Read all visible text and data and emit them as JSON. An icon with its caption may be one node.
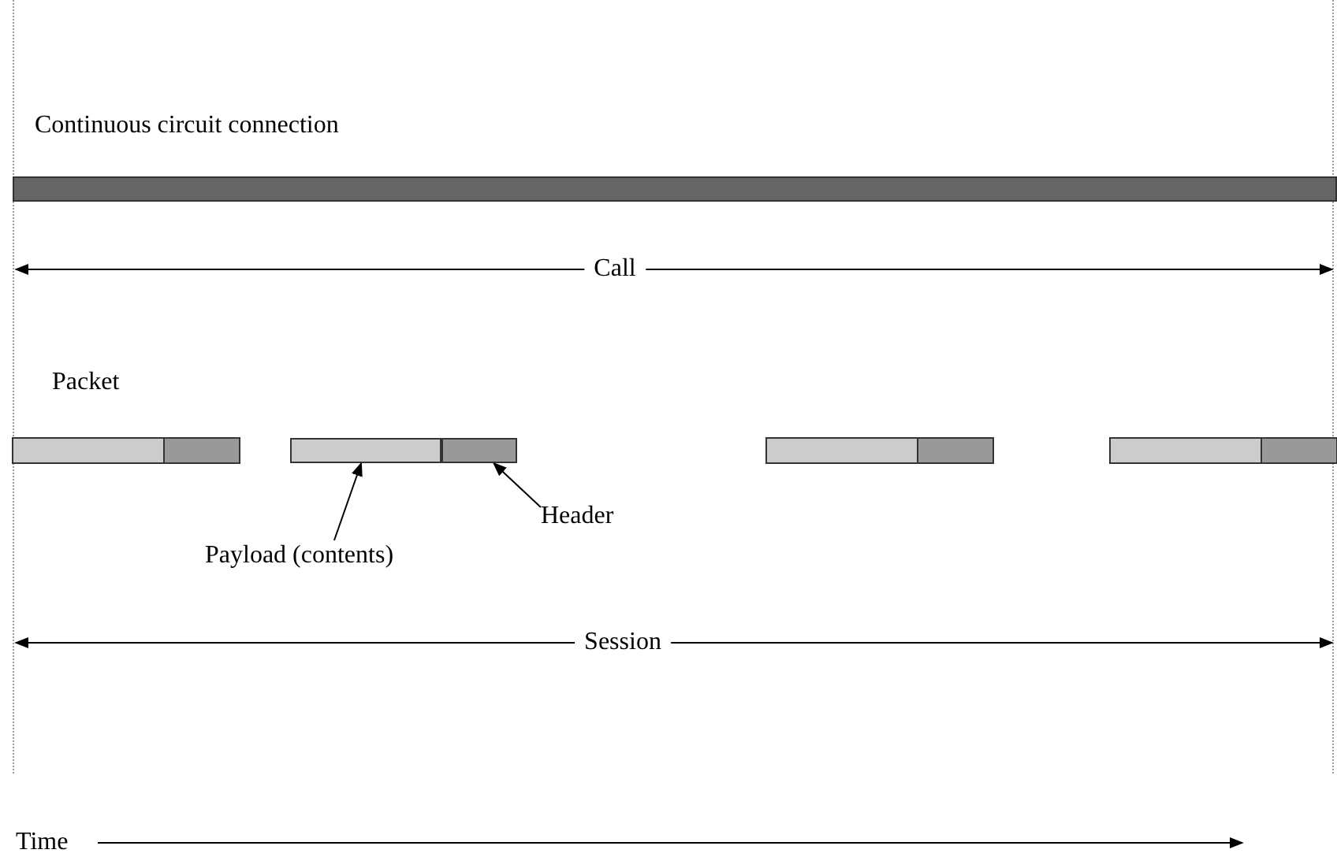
{
  "diagram": {
    "nodes": [
      {
        "text": [
          "Continuous circuit connection"
        ]
      },
      {
        "text": [],
        "shape": "bar"
      },
      {
        "text": [],
        "shape": "bar"
      },
      {
        "text": [
          "Header"
        ]
      },
      {
        "text": [
          "Payload (contents)"
        ]
      }
    ],
    "edges": [
      {
        "from": 3,
        "to": 2,
        "arrow": "to"
      },
      {
        "from": 4,
        "to": 1,
        "arrow": "to"
      }
    ],
    "labels": [
      "Call",
      "Packet",
      "Session",
      "Time"
    ]
  }
}
